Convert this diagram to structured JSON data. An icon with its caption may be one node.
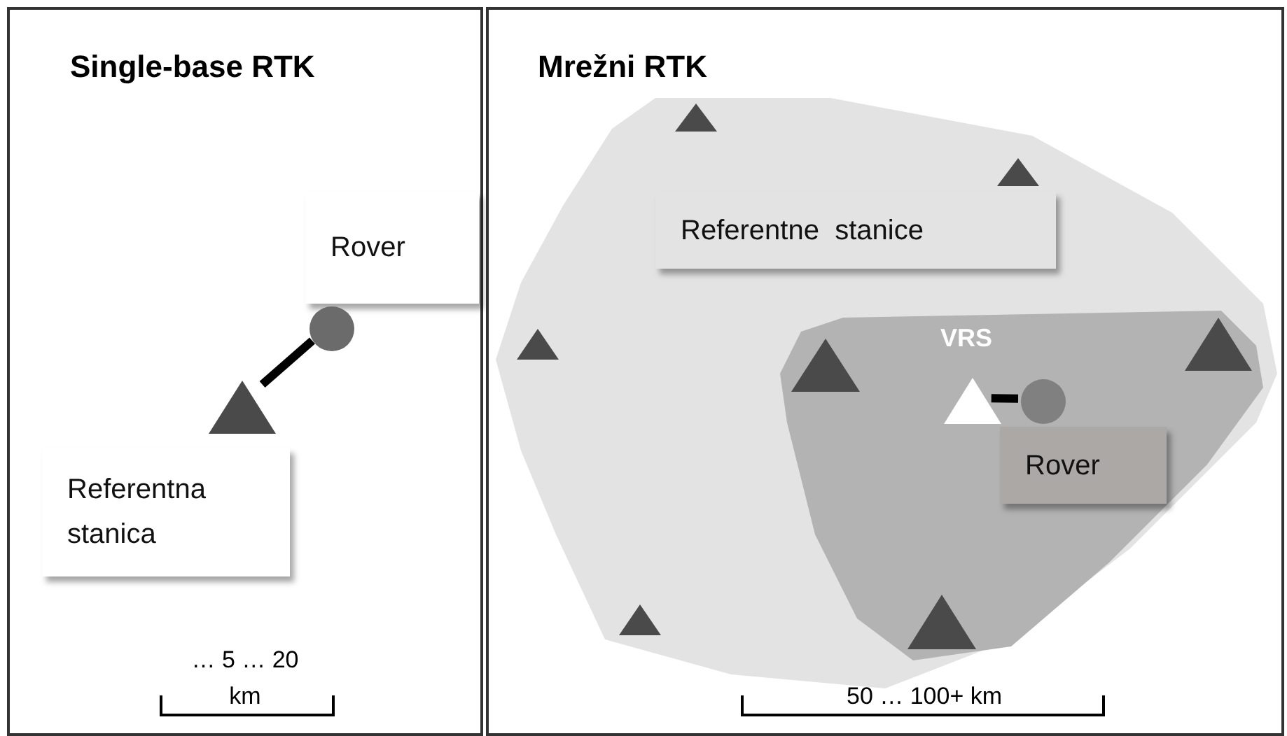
{
  "diagram": {
    "nodes": [
      {
        "text": [
          "Single-base RTK"
        ]
      },
      {
        "text": [
          "Rover"
        ],
        "in": 0
      },
      {
        "text": [],
        "shape": "circle",
        "in": 0
      },
      {
        "text": [],
        "shape": "triangle",
        "in": 0
      },
      {
        "text": [
          "Referentna stanica"
        ],
        "in": 0
      },
      {
        "text": [
          "Mrežni RTK"
        ]
      },
      {
        "text": [],
        "shape": "area",
        "in": 5
      },
      {
        "text": [
          "Referentne  stanice"
        ],
        "in": 6
      },
      {
        "text": [],
        "shape": "triangle",
        "in": 6
      },
      {
        "text": [],
        "shape": "triangle",
        "in": 6
      },
      {
        "text": [],
        "shape": "triangle",
        "in": 6
      },
      {
        "text": [],
        "shape": "triangle",
        "in": 6
      },
      {
        "text": [],
        "shape": "area",
        "in": 6
      },
      {
        "text": [],
        "shape": "triangle",
        "in": 12
      },
      {
        "text": [],
        "shape": "triangle",
        "in": 12
      },
      {
        "text": [],
        "shape": "triangle",
        "in": 12
      },
      {
        "text": [],
        "shape": "triangle",
        "in": 12,
        "beside": [
          "VRS"
        ]
      },
      {
        "text": [],
        "shape": "circle",
        "in": 12
      },
      {
        "text": [
          "Rover"
        ],
        "in": 12
      }
    ],
    "edges": [
      {
        "from": 2,
        "to": 3,
        "arrow": "none"
      },
      {
        "from": 16,
        "to": 17,
        "arrow": "none"
      }
    ],
    "labels": [
      "… 5 … 20",
      "km",
      "50 … 100+ km"
    ]
  }
}
